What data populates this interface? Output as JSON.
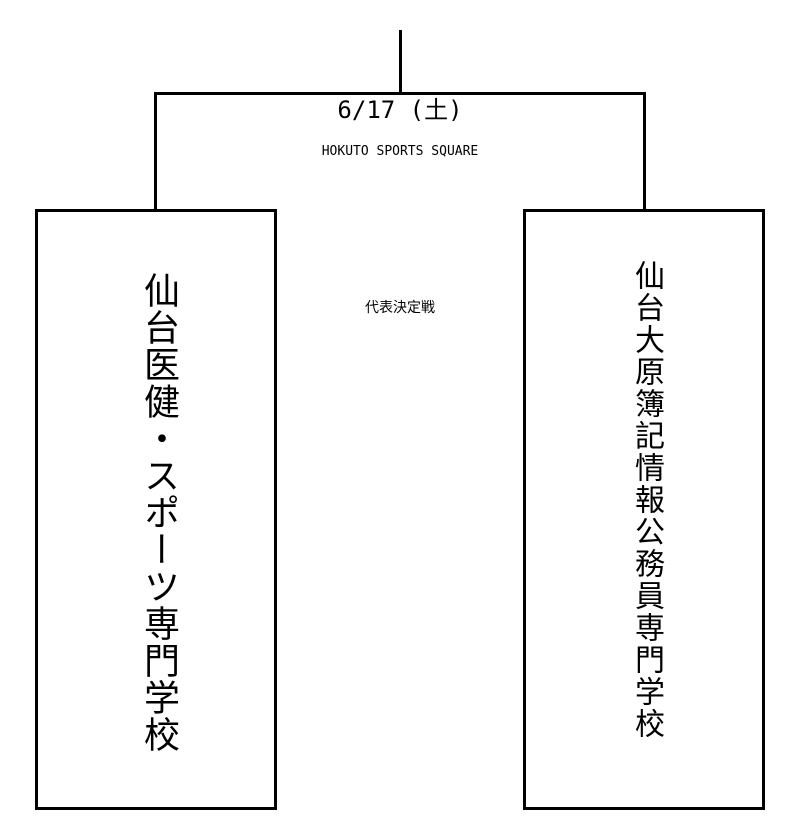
{
  "match": {
    "date": "6/17 (土)",
    "venue": "HOKUTO SPORTS SQUARE",
    "round": "代表決定戦"
  },
  "teams": [
    {
      "name": "仙台医健・スポーツ専門学校"
    },
    {
      "name": "仙台大原簿記情報公務員専門学校"
    }
  ]
}
